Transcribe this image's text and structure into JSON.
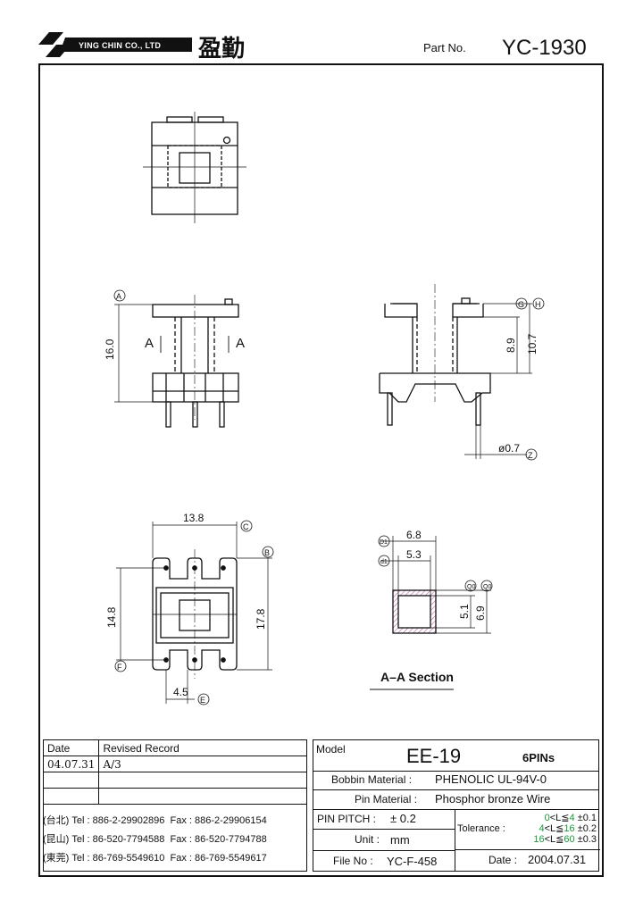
{
  "header": {
    "company": "YING CHIN CO., LTD",
    "company_cn": "盈勤",
    "part_no_label": "Part No.",
    "part_no": "YC-1930"
  },
  "drawing": {
    "side_view": {
      "dim_height": "16.0",
      "section_a": "A",
      "label_a": "A"
    },
    "front_view": {
      "dim_89": "8.9",
      "dim_107": "10.7",
      "pin_dia": "ø0.7",
      "callout_g": "G",
      "callout_h": "H",
      "callout_z": "Z"
    },
    "bottom_view": {
      "dim_138": "13.8",
      "dim_148": "14.8",
      "dim_178": "17.8",
      "dim_45": "4.5",
      "callout_c": "C",
      "callout_b": "B",
      "callout_f": "F",
      "callout_e": "E"
    },
    "section": {
      "dim_68": "6.8",
      "dim_53": "5.3",
      "dim_51": "5.1",
      "dim_69": "6.9",
      "callout_d1": "D1",
      "callout_d1b": "d1",
      "callout_q0": "Q0",
      "callout_q0b": "Q0",
      "title": "A–A Section"
    },
    "side_callout_a": "A"
  },
  "revision": {
    "date_header": "Date",
    "record_header": "Revised Record",
    "rows": [
      {
        "date": "04.07.31",
        "record": "A/3"
      },
      {
        "date": "",
        "record": ""
      },
      {
        "date": "",
        "record": ""
      }
    ]
  },
  "contacts": [
    {
      "loc": "(台北)",
      "tel": "Tel : 886-2-29902896",
      "fax": "Fax : 886-2-29906154"
    },
    {
      "loc": "(昆山)",
      "tel": "Tel : 86-520-7794588",
      "fax": "Fax : 86-520-7794788"
    },
    {
      "loc": "(東莞)",
      "tel": "Tel : 86-769-5549610",
      "fax": "Fax : 86-769-5549617"
    }
  ],
  "spec": {
    "model_label": "Model",
    "model": "EE-19",
    "pins": "6PINs",
    "bobbin_label": "Bobbin  Material :",
    "bobbin_value": "PHENOLIC UL-94V-0",
    "pin_label": "Pin  Material :",
    "pin_value": "Phosphor bronze Wire",
    "pitch_label": "PIN  PITCH :",
    "pitch_value": "± 0.2",
    "unit_label": "Unit :",
    "unit_value": "mm",
    "file_label": "File  No :",
    "file_value": "YC-F-458",
    "tolerance_label": "Tolerance :",
    "tol_rows": [
      {
        "range_a": "0",
        "mid": "<L≦",
        "range_b": "4",
        "tol": "±0.1"
      },
      {
        "range_a": "4",
        "mid": "<L≦",
        "range_b": "16",
        "tol": "±0.2"
      },
      {
        "range_a": "16",
        "mid": "<L≦",
        "range_b": "60",
        "tol": "±0.3"
      }
    ],
    "date_label": "Date :",
    "date_value": "2004.07.31"
  },
  "colors": {
    "hatch": "#c060a0",
    "tolerance_green": "#1a9a3a",
    "ink": "#111111"
  }
}
